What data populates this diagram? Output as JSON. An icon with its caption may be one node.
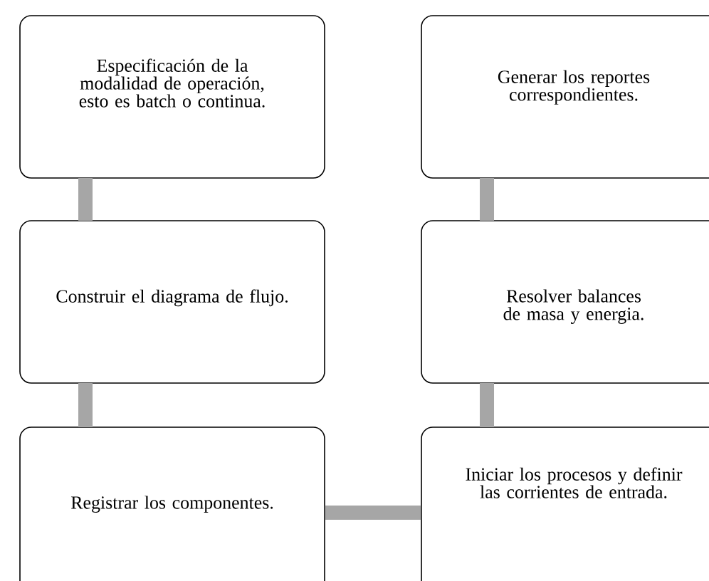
{
  "diagram": {
    "nodes": [
      {
        "text": [
          "Especificación de la modalidad de operación, esto es batch o continua."
        ]
      },
      {
        "text": [
          "Construir el diagrama de flujo."
        ]
      },
      {
        "text": [
          "Registrar los componentes."
        ]
      },
      {
        "text": [
          "Iniciar los procesos y definir las corrientes de entrada."
        ]
      },
      {
        "text": [
          "Resolver balances de masa y energia."
        ]
      },
      {
        "text": [
          "Generar los reportes correspondientes."
        ]
      }
    ],
    "edges": [
      {
        "from": 0,
        "to": 1,
        "arrow": "none"
      },
      {
        "from": 1,
        "to": 2,
        "arrow": "none"
      },
      {
        "from": 2,
        "to": 3,
        "arrow": "none"
      },
      {
        "from": 3,
        "to": 4,
        "arrow": "none"
      },
      {
        "from": 4,
        "to": 5,
        "arrow": "none"
      }
    ]
  }
}
